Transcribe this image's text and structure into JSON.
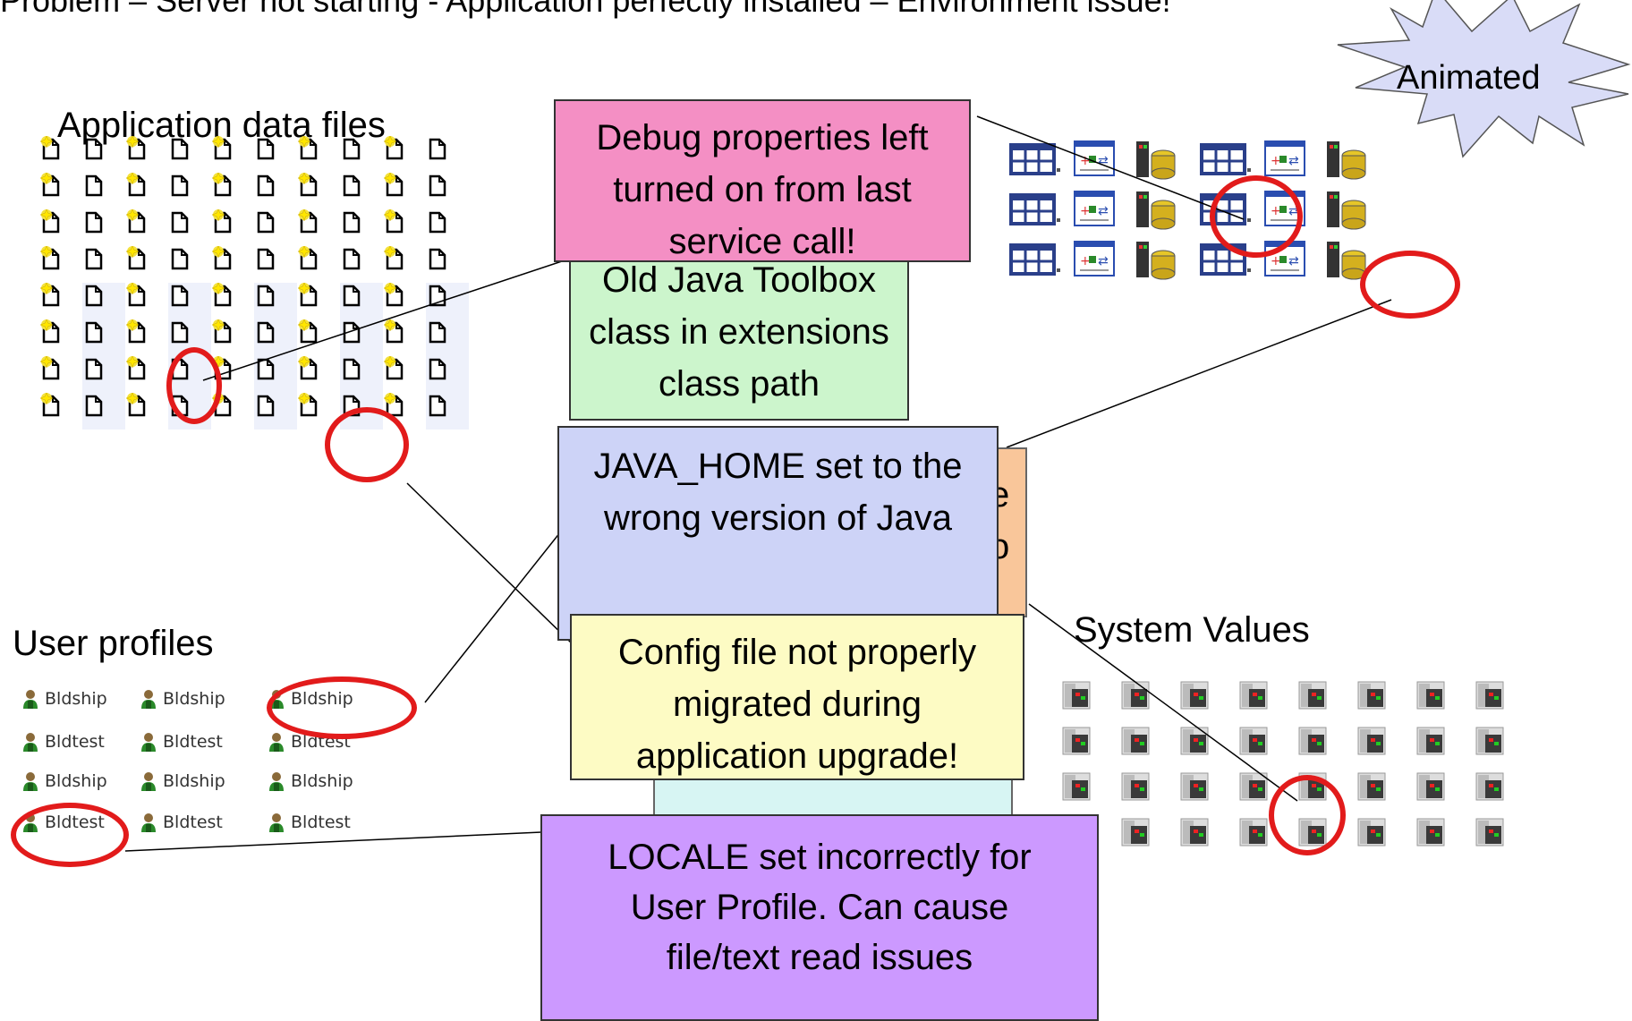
{
  "title": "Problem – Server not starting  - Application perfectly installed – Environment issue!",
  "labels": {
    "app_files": "Application data files",
    "user_profiles": "User profiles",
    "system_values": "System Values",
    "animated": "Animated",
    "hidden_fragment_1": "e",
    "hidden_fragment_2": "o"
  },
  "callouts": {
    "debug": "Debug properties left turned on from last service call!",
    "toolbox": "Old Java Toolbox class in extensions class path",
    "java_home": "JAVA_HOME set to the wrong version of Java",
    "config": "Config file not properly migrated during application upgrade!",
    "locale": "LOCALE set incorrectly for User Profile. Can cause file/text read issues"
  },
  "user_profiles": [
    [
      "Bldship",
      "Bldship",
      "Bldship"
    ],
    [
      "Bldtest",
      "Bldtest",
      "Bldtest"
    ],
    [
      "Bldship",
      "Bldship",
      "Bldship"
    ],
    [
      "Bldtest",
      "Bldtest",
      "Bldtest"
    ]
  ],
  "colors": {
    "debug_box": "#f48fc4",
    "toolbox_box": "#ccf5cc",
    "java_home_box": "#cdd3f7",
    "hidden_box": "#f9c69a",
    "config_box": "#fdfbc4",
    "locale_box": "#cc99ff",
    "highlight_ring": "#e21b1b",
    "starburst": "#d9dcf7"
  },
  "icons": {
    "app_files": [
      "new-file-icon",
      "file-icon"
    ],
    "objects": [
      "table-icon",
      "window-icon",
      "database-icon"
    ],
    "system_values": "system-value-icon",
    "profile": "user-icon"
  }
}
